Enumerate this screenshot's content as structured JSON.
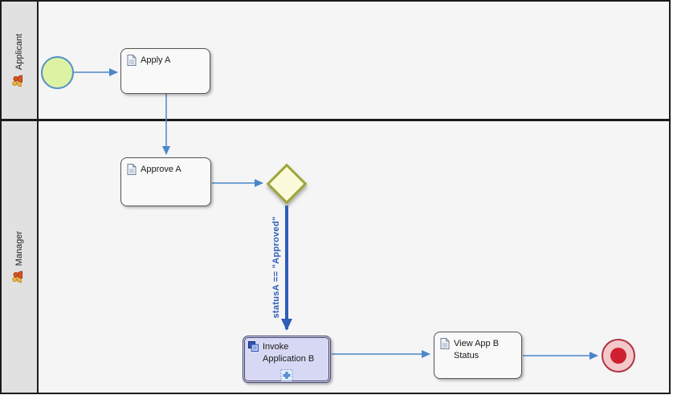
{
  "colors": {
    "canvas_bg": "#f5f5f6",
    "lane_header_bg": "#e1e1e1",
    "pool_border": "#1b1b1b",
    "edge_blue": "#4b87c8",
    "edge_bold_blue": "#2e5cb8",
    "start_fill": "#def2a3",
    "start_border": "#5391c8",
    "task_fill": "#f9f9f9",
    "task_border": "#555555",
    "gateway_fill": "#fbfbdc",
    "gateway_border": "#a0a53b",
    "invoke_fill": "#d7d8f3",
    "invoke_border": "#45456a",
    "end_fill": "#f3c8c8",
    "end_border": "#b03245",
    "end_dot": "#ce2030",
    "condition_color": "#2e5cb8"
  },
  "lanes": [
    {
      "label": "Applicant",
      "icon": "people-icon"
    },
    {
      "label": "Manager",
      "icon": "people-icon"
    }
  ],
  "nodes": {
    "start_event": {
      "type": "start-event"
    },
    "apply": {
      "label": "Apply A",
      "icon": "document-icon"
    },
    "approve": {
      "label": "Approve A",
      "icon": "document-icon"
    },
    "gateway": {
      "type": "exclusive-gateway"
    },
    "invoke": {
      "label": "Invoke Application B",
      "icon": "window-icon",
      "marker": "plus-icon"
    },
    "view": {
      "label": "View App B Status",
      "icon": "document-icon"
    },
    "end_event": {
      "type": "end-event"
    }
  },
  "edges": {
    "condition_label": "statusA == \"Approved\""
  }
}
